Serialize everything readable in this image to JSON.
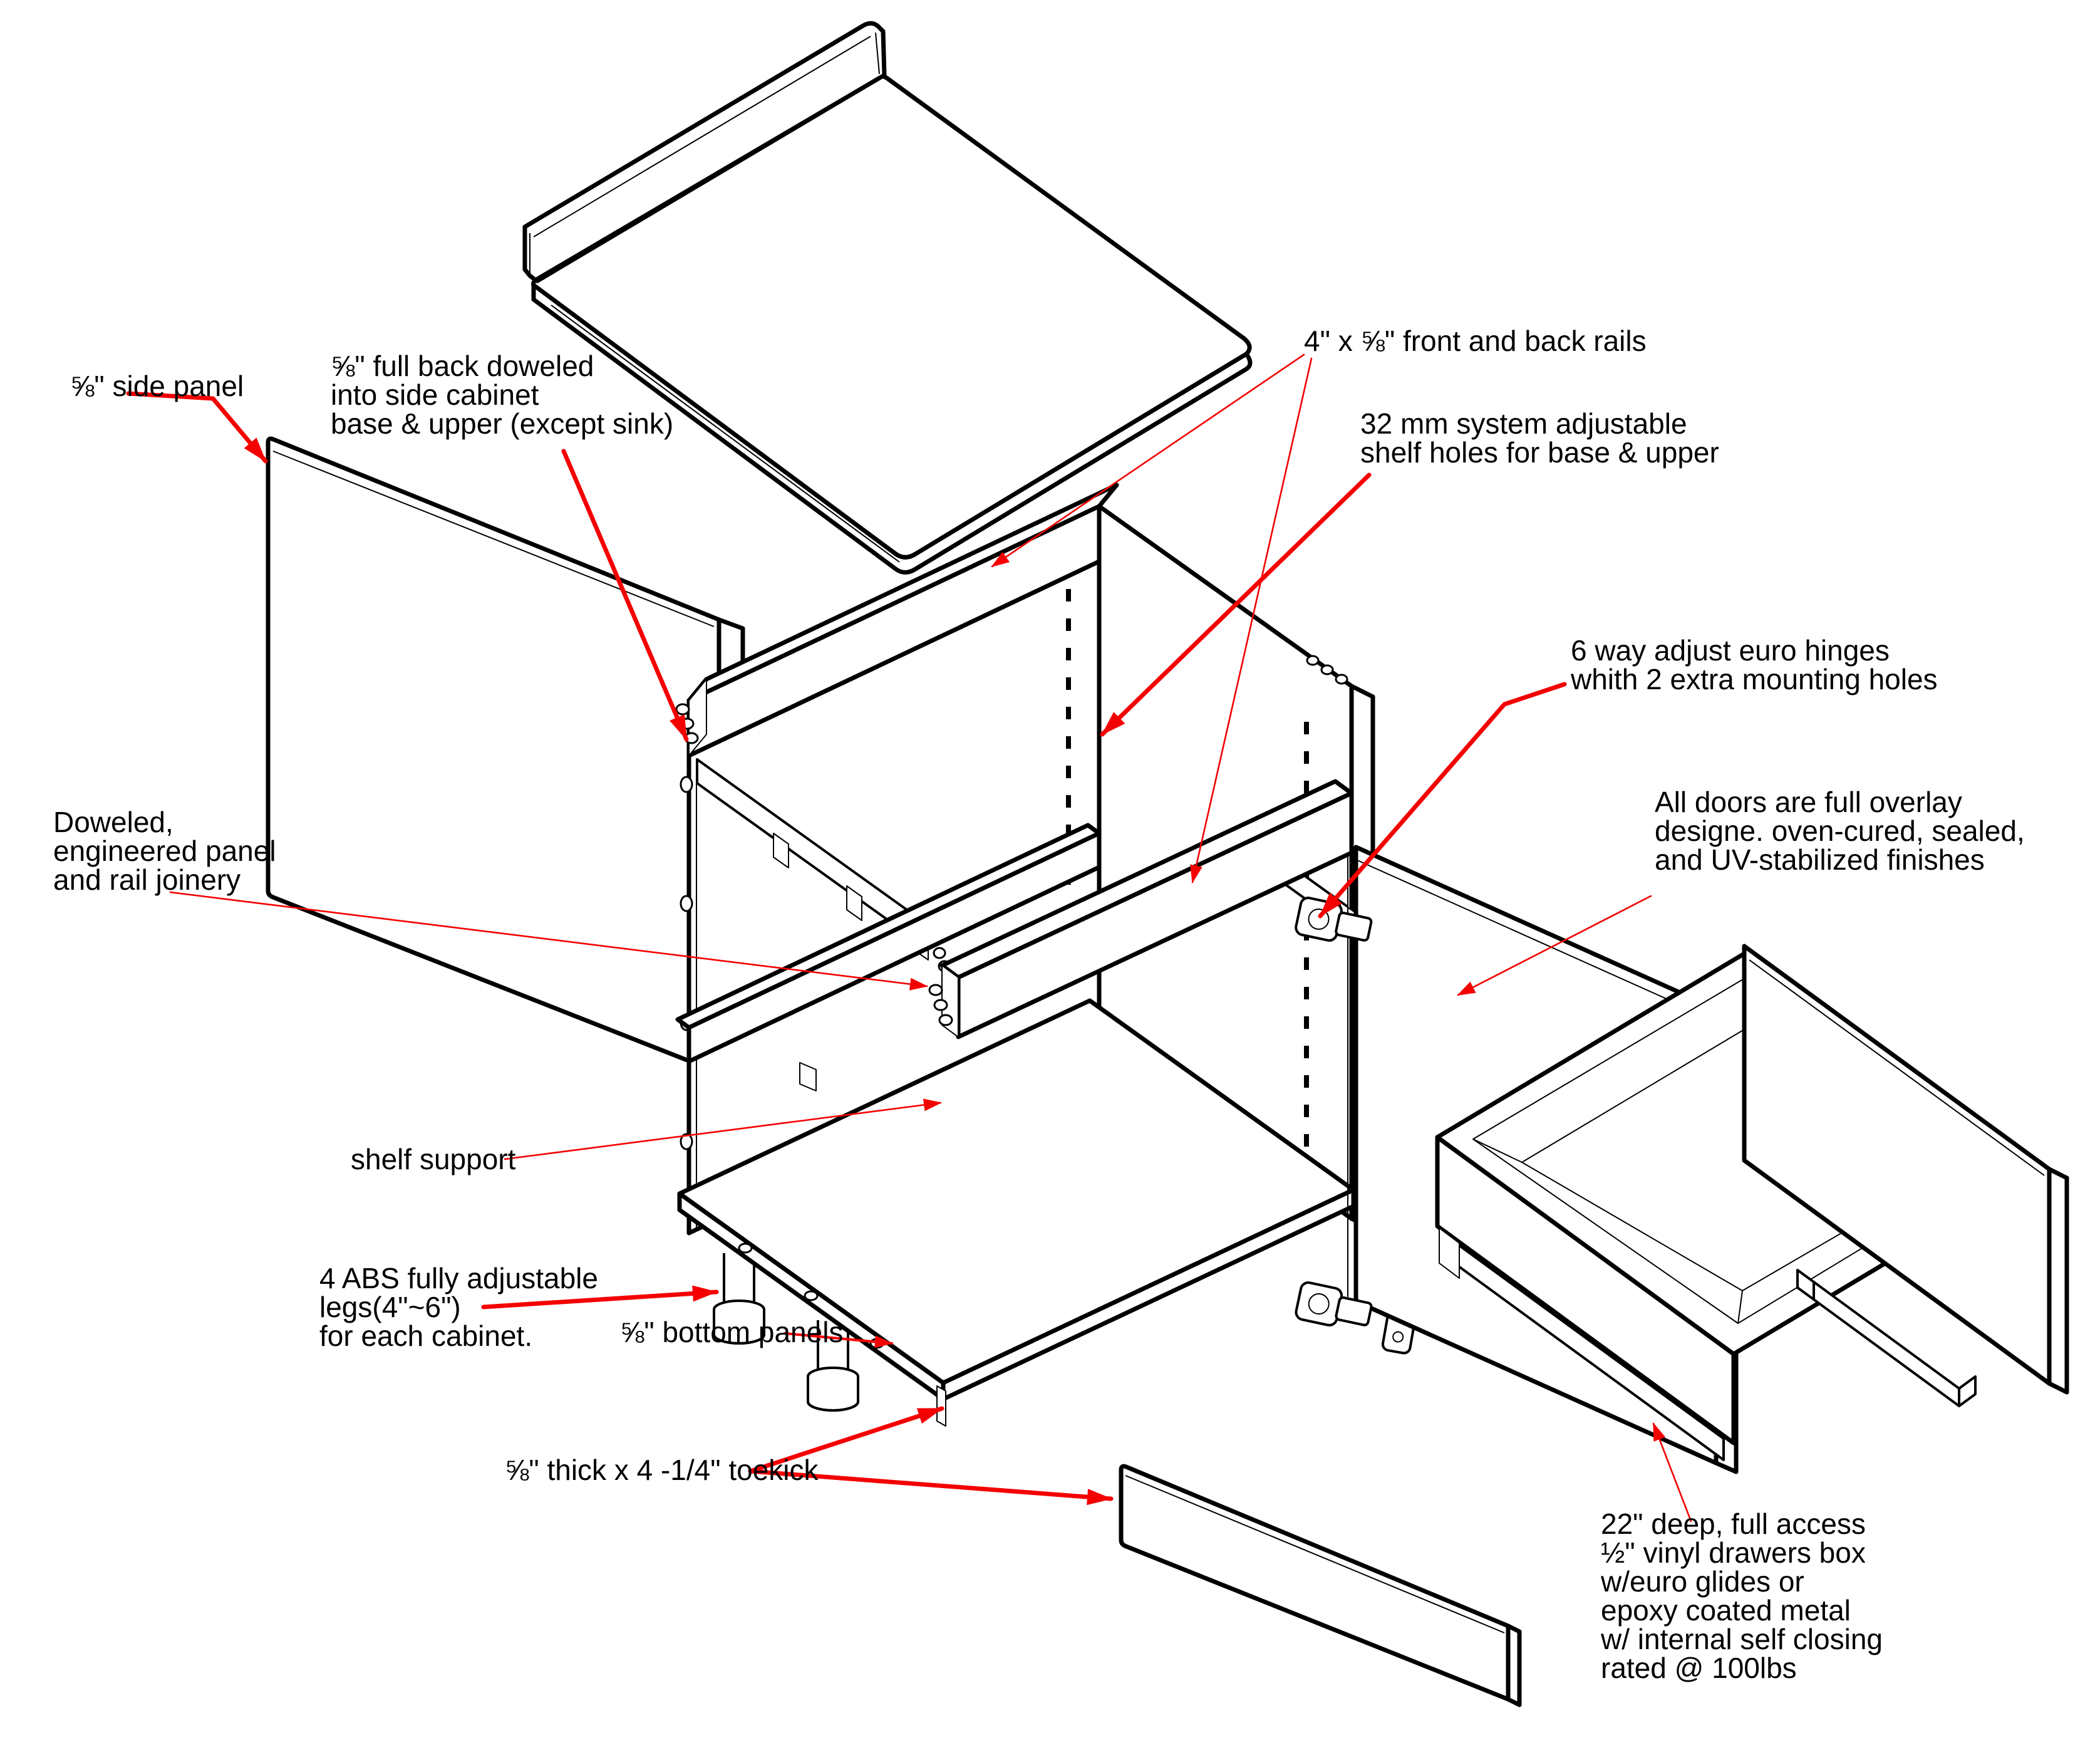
{
  "colors": {
    "background": "#ffffff",
    "line": "#000000",
    "leader": "#f40000"
  },
  "labels": {
    "side_panel": {
      "text": "⅝\" side panel"
    },
    "full_back": {
      "lines": [
        "⅝\" full back doweled",
        "into side cabinet",
        "base & upper (except sink)"
      ]
    },
    "rails": {
      "text": "4\" x ⅝\" front and back rails"
    },
    "shelf_holes": {
      "lines": [
        "32 mm system adjustable",
        "shelf holes for base & upper"
      ]
    },
    "euro_hinges": {
      "lines": [
        "6 way adjust euro hinges",
        "whith 2 extra mounting holes"
      ]
    },
    "doors_finish": {
      "lines": [
        "All doors are full overlay",
        "designe. oven-cured, sealed,",
        "and UV-stabilized finishes"
      ]
    },
    "joinery": {
      "lines": [
        "Doweled,",
        "engineered panel",
        "and rail joinery"
      ]
    },
    "shelf_support": {
      "text": "shelf support"
    },
    "abs_legs": {
      "lines": [
        "4 ABS fully adjustable",
        "legs(4\"~6\")",
        "for each cabinet."
      ]
    },
    "bottom_panels": {
      "text": "⅝\" bottom panels"
    },
    "toekick": {
      "text": "⅝\" thick x 4 -1/4\" toekick"
    },
    "drawer_box": {
      "lines": [
        "22\" deep, full access",
        "½\" vinyl drawers box",
        "w/euro glides or",
        "epoxy coated metal",
        "w/ internal self closing",
        "rated @ 100lbs"
      ]
    }
  }
}
